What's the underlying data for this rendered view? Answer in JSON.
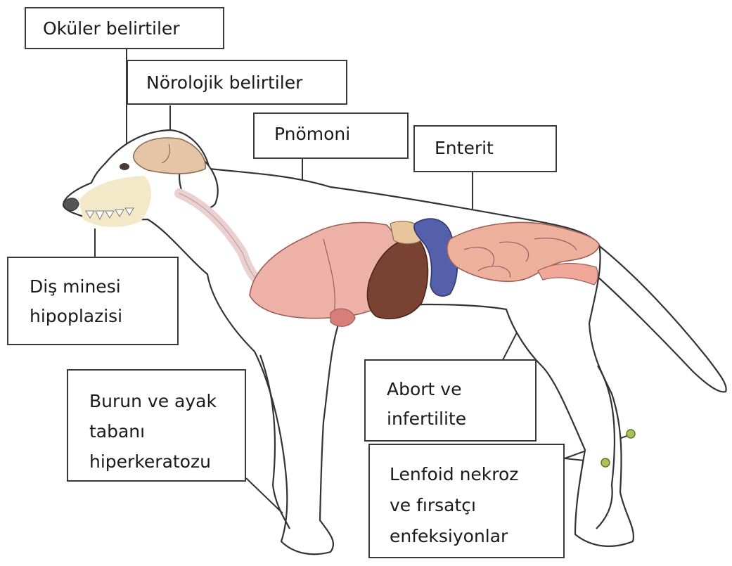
{
  "labels": {
    "ocular": "Oküler belirtiler",
    "neuro": "Nörolojik belirtiler",
    "pneumonia": "Pnömoni",
    "enteritis": "Enterit",
    "enamel": [
      "Diş minesi",
      "hipoplazisi"
    ],
    "hyperkeratosis": [
      "Burun ve ayak",
      "tabanı",
      "hiperkeratozu"
    ],
    "abortion": [
      "Abort ve",
      "infertilite"
    ],
    "lymphoid": [
      "Lenfoid nekroz",
      "ve fırsatçı",
      "enfeksiyonlar"
    ]
  },
  "colors": {
    "outline": "#333333",
    "brain": "#e6c5a6",
    "skull": "#f3e8c8",
    "lung": "#eeb1a7",
    "liver": "#7a4232",
    "stomach": "#5560aa",
    "intestine": "#edb09c",
    "lymph_node": "#a9c255"
  }
}
